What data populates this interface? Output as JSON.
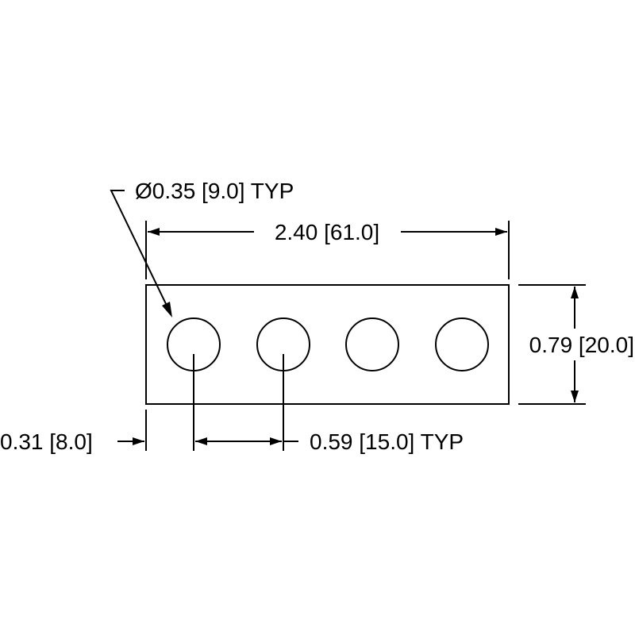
{
  "drawing": {
    "hole_count": 4,
    "line_color": "#000000",
    "background_color": "#ffffff",
    "dimensions": {
      "hole_diameter": "Ø0.35 [9.0] TYP",
      "overall_length": "2.40 [61.0]",
      "overall_height": "0.79 [20.0]",
      "edge_offset": "0.31 [8.0]",
      "hole_pitch": "0.59 [15.0] TYP"
    }
  }
}
